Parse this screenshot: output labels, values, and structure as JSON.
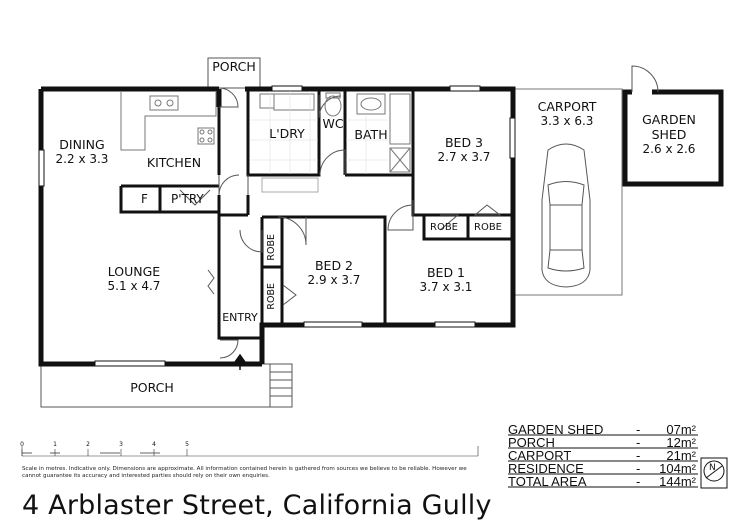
{
  "rooms": {
    "porch_top": {
      "name": "PORCH"
    },
    "dining": {
      "name": "DINING",
      "dims": "2.2 x 3.3"
    },
    "kitchen": {
      "name": "KITCHEN"
    },
    "laundry": {
      "name": "L'DRY"
    },
    "wc": {
      "name": "WC"
    },
    "bath": {
      "name": "BATH"
    },
    "bed3": {
      "name": "BED 3",
      "dims": "2.7 x 3.7"
    },
    "carport": {
      "name": "CARPORT",
      "dims": "3.3 x 6.3"
    },
    "garden_shed": {
      "name_line1": "GARDEN",
      "name_line2": "SHED",
      "dims": "2.6 x 2.6"
    },
    "fridge": {
      "name": "F"
    },
    "pantry": {
      "name": "P'TRY"
    },
    "robe_bed3_a": {
      "name": "ROBE"
    },
    "robe_bed3_b": {
      "name": "ROBE"
    },
    "lounge": {
      "name": "LOUNGE",
      "dims": "5.1 x 4.7"
    },
    "robe_bed2_a": {
      "name": "ROBE"
    },
    "robe_bed2_b": {
      "name": "ROBE"
    },
    "bed2": {
      "name": "BED 2",
      "dims": "2.9 x 3.7"
    },
    "bed1": {
      "name": "BED 1",
      "dims": "3.7 x 3.1"
    },
    "entry": {
      "name": "ENTRY"
    },
    "porch_bottom": {
      "name": "PORCH"
    }
  },
  "areas": [
    {
      "label": "GARDEN SHED",
      "dash": "-",
      "value": "07m²"
    },
    {
      "label": "PORCH",
      "dash": "-",
      "value": "12m²"
    },
    {
      "label": "CARPORT",
      "dash": "-",
      "value": "21m²"
    },
    {
      "label": "RESIDENCE",
      "dash": "-",
      "value": "104m²"
    },
    {
      "label": "TOTAL AREA",
      "dash": "-",
      "value": "144m²"
    }
  ],
  "scale": {
    "ticks": [
      "0",
      "1",
      "2",
      "3",
      "4",
      "5"
    ],
    "note": "Scale in metres. Indicative only. Dimensions are approximate. All information contained herein is gathered from sources we believe to be reliable. However we cannot guarantee its accuracy and interested parties should rely on their own enquiries."
  },
  "north": {
    "letter": "N"
  },
  "address": "4 Arblaster Street, California Gully"
}
